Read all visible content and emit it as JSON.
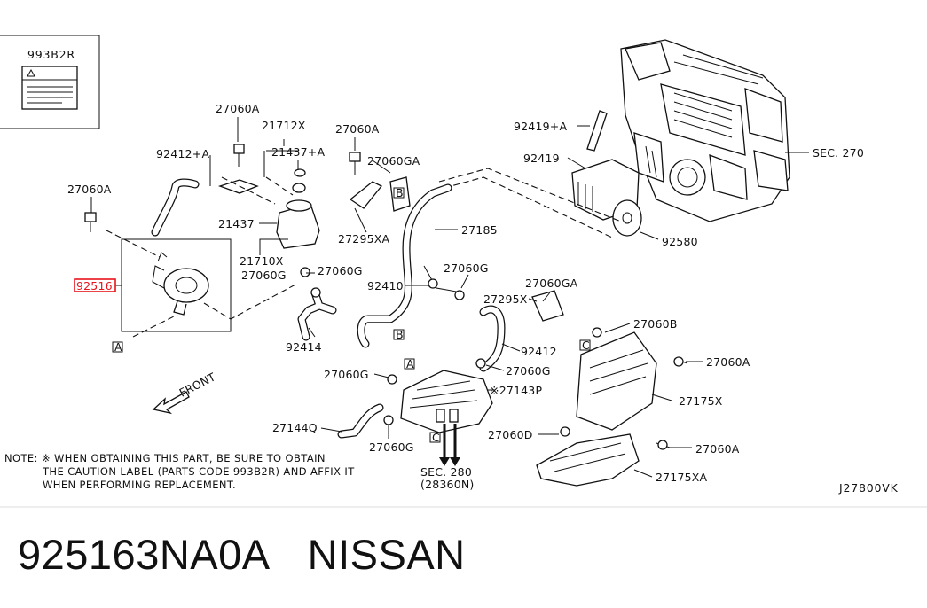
{
  "diagram": {
    "drawing_code": "J27800VK",
    "caution_label_code": "993B2R",
    "highlight_color": "#e8141c",
    "callouts": {
      "c_92419_plus_a": "92419+A",
      "c_92419": "92419",
      "c_sec270": "SEC. 270",
      "c_92580": "92580",
      "c_27060a_top": "27060A",
      "c_21712x": "21712X",
      "c_21437_plus_a": "21437+A",
      "c_27060a_mid": "27060A",
      "c_27060ga_top": "27060GA",
      "c_92412_plus_a": "92412+A",
      "c_27060a_left": "27060A",
      "c_21437": "21437",
      "c_27295xa_top": "27295XA",
      "c_27185": "27185",
      "c_21710x": "21710X",
      "c_27060g_a": "27060G",
      "c_27060g_b": "27060G",
      "c_92516": "92516",
      "c_92410": "92410",
      "c_27060g_c": "27060G",
      "c_27060ga_right": "27060GA",
      "c_27295x": "27295X",
      "c_92414": "92414",
      "c_92412": "92412",
      "c_27060b": "27060B",
      "c_27060a_right": "27060A",
      "c_27060g_d": "27060G",
      "c_27060g_e": "27060G",
      "c_27143p": "27143P",
      "c_27175x": "27175X",
      "c_27144q": "27144Q",
      "c_27060g_f": "27060G",
      "c_27060d": "27060D",
      "c_27060a_low": "27060A",
      "c_27175xa": "27175XA",
      "c_sec280": "SEC. 280",
      "c_28360n": "(28360N)",
      "front": "FRONT"
    },
    "ref_letters": {
      "a1": "A",
      "a2": "A",
      "b1": "B",
      "b2": "B",
      "c1": "C",
      "c2": "C"
    },
    "note": {
      "line1": "NOTE: ※ WHEN OBTAINING THIS PART, BE SURE TO OBTAIN",
      "line2": "THE CAUTION LABEL (PARTS CODE 993B2R) AND AFFIX IT",
      "line3": "WHEN PERFORMING REPLACEMENT.",
      "mark": "※"
    }
  },
  "caption": {
    "part_number": "925163NA0A",
    "brand": "NISSAN"
  }
}
